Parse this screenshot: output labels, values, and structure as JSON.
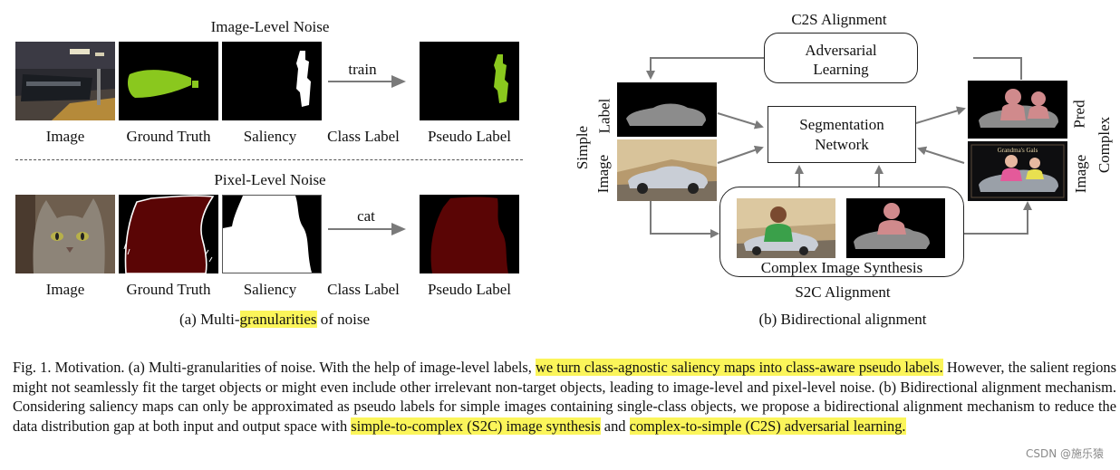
{
  "panel_a": {
    "image_level_title": "Image-Level Noise",
    "pixel_level_title": "Pixel-Level Noise",
    "row1_arrow_label": "train",
    "row2_arrow_label": "cat",
    "row1_labels": [
      "Image",
      "Ground Truth",
      "Saliency",
      "Class Label",
      "Pseudo Label"
    ],
    "row2_labels": [
      "Image",
      "Ground Truth",
      "Saliency",
      "Class Label",
      "Pseudo Label"
    ],
    "caption_prefix": "(a) Multi-",
    "caption_highlight": "granularities",
    "caption_suffix": " of noise"
  },
  "panel_b": {
    "c2s_title": "C2S Alignment",
    "adversarial_line1": "Adversarial",
    "adversarial_line2": "Learning",
    "seg_line1": "Segmentation",
    "seg_line2": "Network",
    "simple_label": "Simple",
    "label_label": "Label",
    "image_label_left": "Image",
    "pred_label": "Pred",
    "image_label_right": "Image",
    "complex_label": "Complex",
    "synthesis_label": "Complex Image Synthesis",
    "s2c_title": "S2C Alignment",
    "caption": "(b) Bidirectional alignment"
  },
  "fig_caption": {
    "s1": "Fig. 1.  Motivation. (a) Multi-granularities of noise. With the help of image-level labels, ",
    "h1": "we turn class-agnostic saliency maps into class-aware pseudo labels.",
    "s2": " However, the salient regions might not seamlessly fit the target objects or might even include other irrelevant non-target objects, leading to image-level and pixel-level noise. (b) Bidirectional alignment mechanism. Considering saliency maps can only be approximated as pseudo labels for simple images containing single-class objects, we propose a bidirectional alignment mechanism to reduce the data distribution gap at both input and output space with ",
    "h2": "simple-to-complex (S2C) image synthesis",
    "s3": " and ",
    "h3": "complex-to-simple (C2S) adversarial learning.",
    "s4": ""
  },
  "thumb_text": "Grandma's Gals",
  "watermark": "CSDN @施乐猿",
  "colors": {
    "highlight": "#fbf55a",
    "train_mask": "#8ac81e",
    "cat_mask": "#5a0505",
    "car_gray": "#8c8c8c",
    "person_pink": "#d08a8c"
  }
}
